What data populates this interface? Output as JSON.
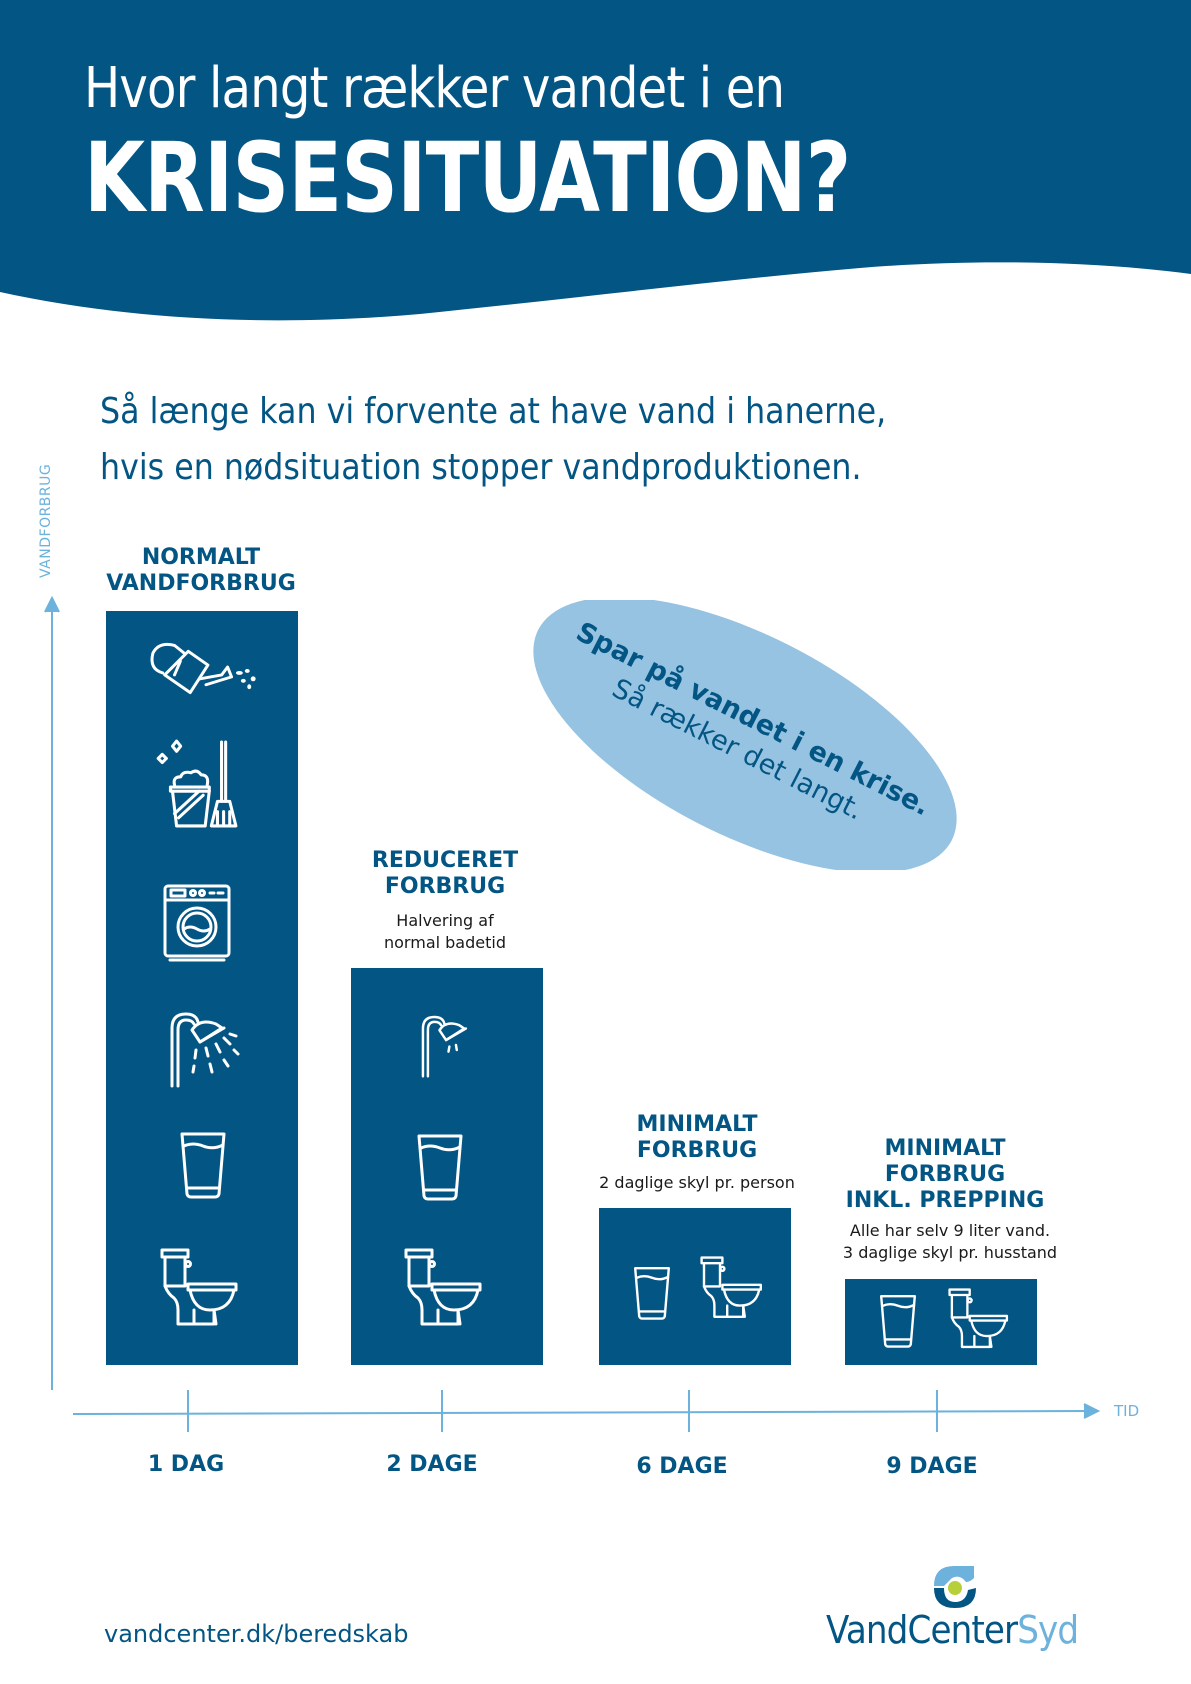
{
  "header": {
    "title_line1": "Hvor langt rækker vandet i en",
    "title_line2": "KRISESITUATION?",
    "background_color": "#035584"
  },
  "subtitle": {
    "line1": "Så længe kan vi forvente at have vand i hanerne,",
    "line2": "hvis en nødsituation stopper vandproduktionen."
  },
  "axes": {
    "y_label": "VANDFORBRUG",
    "x_label": "TID",
    "axis_color": "#6cb2dc"
  },
  "categories": [
    {
      "title_lines": [
        "NORMALT",
        "VANDFORBRUG"
      ],
      "note_lines": [],
      "x_label": "1 DAG",
      "icons": [
        "watering-can-icon",
        "cleaning-bucket-icon",
        "washing-machine-icon",
        "shower-icon",
        "water-glass-icon",
        "toilet-icon"
      ]
    },
    {
      "title_lines": [
        "REDUCERET",
        "FORBRUG"
      ],
      "note_lines": [
        "Halvering af",
        "normal badetid"
      ],
      "x_label": "2 DAGE",
      "icons": [
        "shower-icon",
        "water-glass-icon",
        "toilet-icon"
      ]
    },
    {
      "title_lines": [
        "MINIMALT",
        "FORBRUG"
      ],
      "note_lines": [
        "2 daglige skyl pr. person"
      ],
      "x_label": "6 DAGE",
      "icons": [
        "water-glass-icon",
        "toilet-icon"
      ]
    },
    {
      "title_lines": [
        "MINIMALT",
        "FORBRUG",
        "INKL. PREPPING"
      ],
      "note_lines": [
        "Alle har selv 9 liter vand.",
        "3 daglige skyl pr. husstand"
      ],
      "x_label": "9 DAGE",
      "icons": [
        "water-glass-icon",
        "toilet-icon"
      ]
    }
  ],
  "callout": {
    "line1": "Spar på vandet i en krise.",
    "line2": "Så rækker det langt.",
    "background_color": "#96c3e1"
  },
  "footer": {
    "url": "vandcenter.dk/beredskab",
    "logo_part1": "VandCenter",
    "logo_part2": "Syd"
  },
  "chart_data": {
    "type": "bar",
    "title": "Hvor langt rækker vandet i en KRISESITUATION?",
    "subtitle": "Så længe kan vi forvente at have vand i hanerne, hvis en nødsituation stopper vandproduktionen.",
    "categories": [
      "1 DAG",
      "2 DAGE",
      "6 DAGE",
      "9 DAGE"
    ],
    "series": [
      {
        "name": "Vandforbrug (relative bar height)",
        "values": [
          100,
          52,
          21,
          11
        ]
      }
    ],
    "bar_labels": [
      "NORMALT VANDFORBRUG",
      "REDUCERET FORBRUG — Halvering af normal badetid",
      "MINIMALT FORBRUG — 2 daglige skyl pr. person",
      "MINIMALT FORBRUG INKL. PREPPING — Alle har selv 9 liter vand. 3 daglige skyl pr. husstand"
    ],
    "xlabel": "TID",
    "ylabel": "VANDFORBRUG",
    "annotations": [
      "Spar på vandet i en krise. Så rækker det langt."
    ],
    "grid": false,
    "legend": "none",
    "bar_color": "#035584"
  }
}
